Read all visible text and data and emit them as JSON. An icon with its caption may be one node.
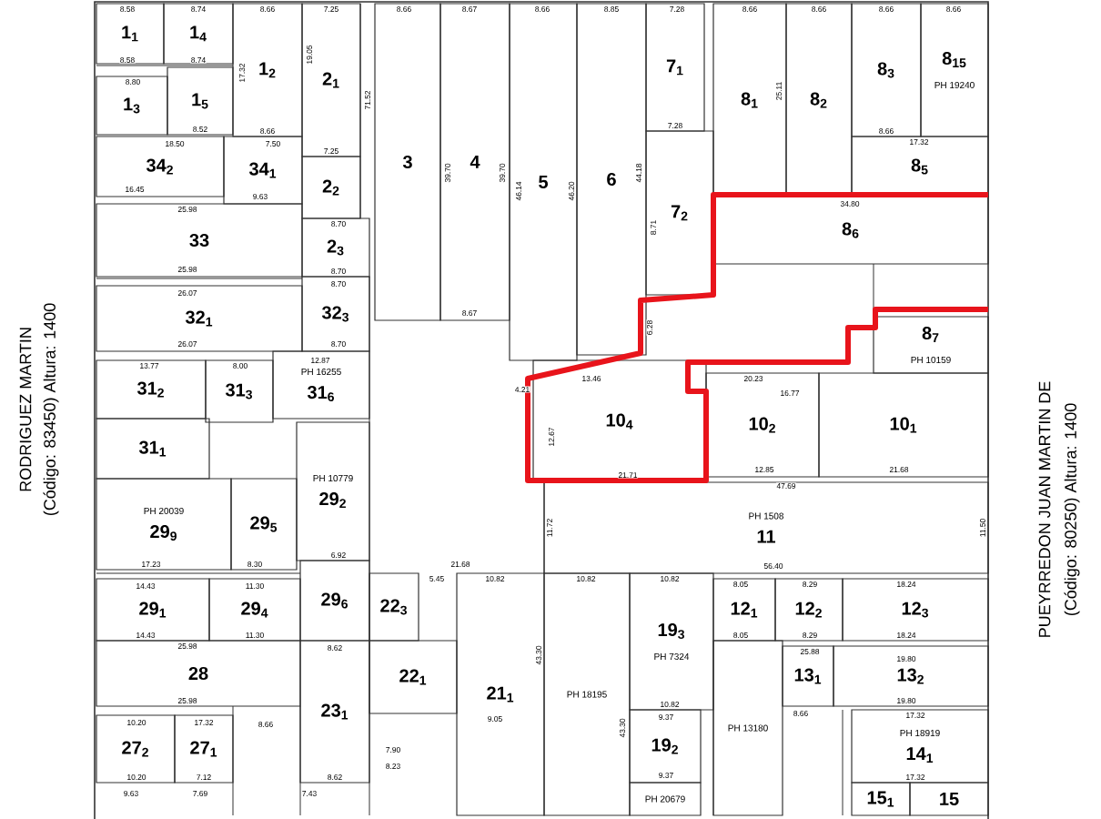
{
  "diagram": {
    "nodes": [
      {
        "text": [
          "1$_{1}$"
        ]
      },
      {
        "text": [
          "1$_{4}$"
        ]
      },
      {
        "text": [
          "1$_{2}$"
        ]
      },
      {
        "text": [
          "2$_{1}$"
        ]
      },
      {
        "text": [
          "3"
        ]
      },
      {
        "text": [
          "4"
        ]
      },
      {
        "text": [
          "5"
        ]
      },
      {
        "text": [
          "6"
        ]
      },
      {
        "text": [
          "7$_{1}$"
        ]
      },
      {
        "text": [
          "8$_{1}$"
        ]
      },
      {
        "text": [
          "8$_{2}$"
        ]
      },
      {
        "text": [
          "8$_{3}$"
        ]
      },
      {
        "text": [
          "8$_{15}$",
          "PH 19240"
        ]
      },
      {
        "text": [
          "1$_{3}$"
        ]
      },
      {
        "text": [
          "1$_{5}$"
        ]
      },
      {
        "text": [
          "34$_{2}$"
        ]
      },
      {
        "text": [
          "34$_{1}$"
        ]
      },
      {
        "text": [
          "2$_{2}$"
        ]
      },
      {
        "text": [
          "7$_{2}$"
        ]
      },
      {
        "text": [
          "8$_{5}$"
        ]
      },
      {
        "text": [
          "33"
        ]
      },
      {
        "text": [
          "2$_{3}$"
        ]
      },
      {
        "text": [
          "8$_{6}$"
        ]
      },
      {
        "text": [
          "32$_{1}$"
        ]
      },
      {
        "text": [
          "32$_{3}$"
        ]
      },
      {
        "text": [
          "8$_{7}$",
          "PH 10159"
        ]
      },
      {
        "text": [
          "31$_{2}$"
        ]
      },
      {
        "text": [
          "31$_{3}$"
        ]
      },
      {
        "text": [
          "PH 16255",
          "31$_{6}$"
        ]
      },
      {
        "text": [
          "10$_{4}$"
        ]
      },
      {
        "text": [
          "10$_{2}$"
        ]
      },
      {
        "text": [
          "10$_{1}$"
        ]
      },
      {
        "text": [
          "31$_{1}$"
        ]
      },
      {
        "text": [
          "PH 20039",
          "29$_{9}$"
        ]
      },
      {
        "text": [
          "29$_{5}$"
        ]
      },
      {
        "text": [
          "PH 10779",
          "29$_{2}$"
        ]
      },
      {
        "text": [
          "PH 1508",
          "11"
        ]
      },
      {
        "text": [
          "29$_{1}$"
        ]
      },
      {
        "text": [
          "29$_{4}$"
        ]
      },
      {
        "text": [
          "29$_{6}$"
        ]
      },
      {
        "text": [
          "22$_{3}$"
        ]
      },
      {
        "text": [
          "21$_{1}$"
        ]
      },
      {
        "text": [
          "PH 18195"
        ]
      },
      {
        "text": [
          "19$_{3}$",
          "PH 7324"
        ]
      },
      {
        "text": [
          "12$_{1}$"
        ]
      },
      {
        "text": [
          "12$_{2}$"
        ]
      },
      {
        "text": [
          "12$_{3}$"
        ]
      },
      {
        "text": [
          "28"
        ]
      },
      {
        "text": [
          "23$_{1}$"
        ]
      },
      {
        "text": [
          "22$_{1}$"
        ]
      },
      {
        "text": [
          "13$_{1}$"
        ]
      },
      {
        "text": [
          "13$_{2}$"
        ]
      },
      {
        "text": [
          "PH 13180"
        ]
      },
      {
        "text": [
          "27$_{2}$"
        ]
      },
      {
        "text": [
          "27$_{1}$"
        ]
      },
      {
        "text": [
          "19$_{2}$"
        ]
      },
      {
        "text": [
          "PH 18919",
          "14$_{1}$"
        ]
      },
      {
        "text": [
          "PH 20679"
        ]
      },
      {
        "text": [
          "15$_{1}$"
        ]
      },
      {
        "text": [
          "15"
        ]
      }
    ],
    "labels": [
      "RODRIGUEZ MARTIN",
      "(Código: 83450) Altura: 1400",
      "PUEYRREDON JUAN MARTIN DE",
      "(Código: 80250) Altura: 1400",
      "8.58",
      "8.74",
      "8.66",
      "7.25",
      "8.66",
      "8.67",
      "8.66",
      "8.85",
      "7.28",
      "8.66",
      "8.66",
      "8.66",
      "8.66",
      "8.58",
      "8.74",
      "8.80",
      "8.52",
      "8.66",
      "7.25",
      "17.32",
      "19.05",
      "71.52",
      "18.50",
      "7.50",
      "16.45",
      "9.63",
      "25.98",
      "25.98",
      "26.07",
      "26.07",
      "8.70",
      "8.70",
      "8.70",
      "8.70",
      "13.77",
      "8.00",
      "12.87",
      "39.70",
      "39.70",
      "46.14",
      "46.20",
      "44.18",
      "8.71",
      "7.28",
      "8.67",
      "8.66",
      "17.32",
      "34.80",
      "25.11",
      "6.28",
      "13.46",
      "4.21",
      "12.67",
      "21.71",
      "20.23",
      "16.77",
      "12.85",
      "21.68",
      "47.69",
      "56.40",
      "11.72",
      "11.50",
      "21.68",
      "10.82",
      "10.82",
      "10.82",
      "10.82",
      "9.37",
      "9.37",
      "43.30",
      "43.30",
      "8.05",
      "8.05",
      "8.29",
      "8.29",
      "18.24",
      "18.24",
      "25.88",
      "19.80",
      "19.80",
      "8.66",
      "17.32",
      "17.32",
      "17.23",
      "8.30",
      "6.92",
      "14.43",
      "14.43",
      "11.30",
      "11.30",
      "8.62",
      "8.62",
      "25.98",
      "25.98",
      "10.20",
      "10.20",
      "17.32",
      "7.12",
      "8.66",
      "9.63",
      "7.69",
      "7.43",
      "5.45",
      "9.05",
      "7.90",
      "8.23"
    ]
  }
}
